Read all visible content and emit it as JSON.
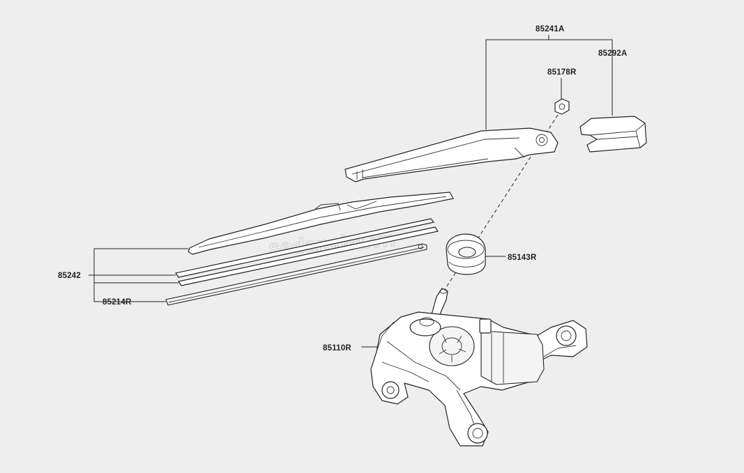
{
  "labels": {
    "wiper_arm_assy": "85241A",
    "arm_head_cap": "85292A",
    "nut": "85178R",
    "pivot_cover": "85143R",
    "blade": "85242",
    "blade_rubber": "85214R",
    "wiper_motor": "85110R"
  },
  "watermark": "sedanviet.vn",
  "colors": {
    "background": "#eeeeee",
    "line": "#222222"
  }
}
